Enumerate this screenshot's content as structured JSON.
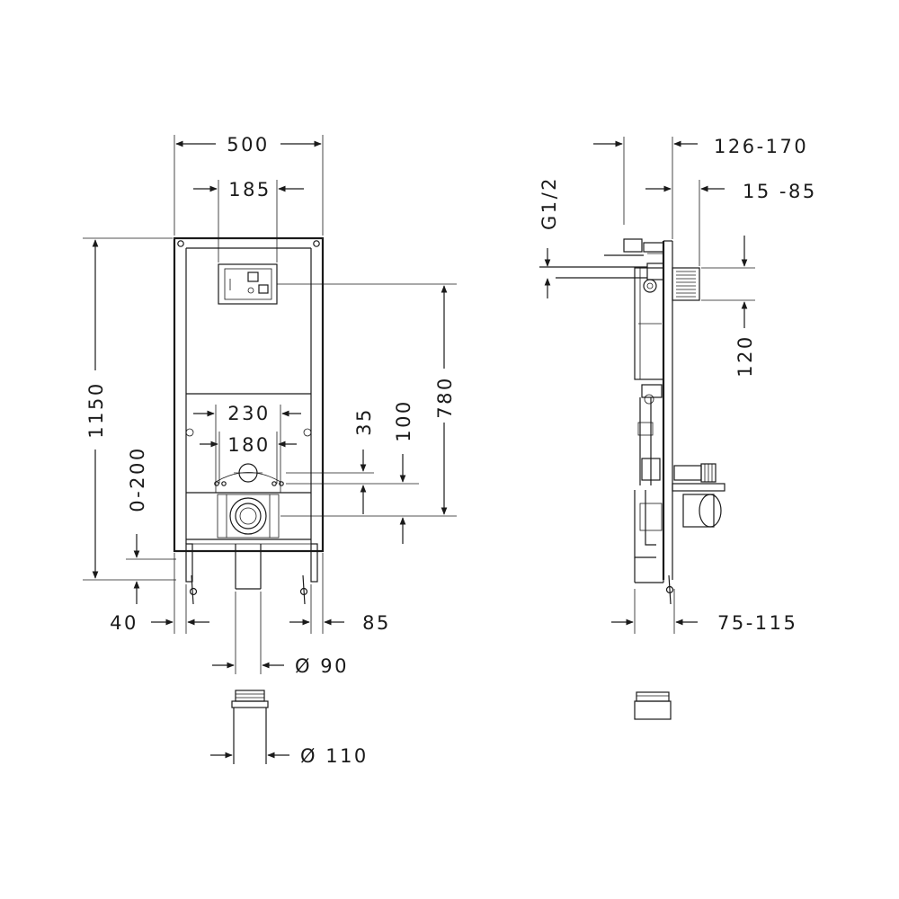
{
  "front_view": {
    "width_overall": "500",
    "flush_plate_width": "185",
    "pan_connection_spacing": "230",
    "pan_bolt_spacing": "180",
    "height_overall": "1150",
    "leg_extension": "0-200",
    "bolt_offset": "35",
    "drain_offset": "100",
    "flush_plate_height": "780",
    "left_margin": "40",
    "right_margin": "85",
    "pipe_diameter_small": "Ø 90",
    "pipe_diameter_large": "Ø 110"
  },
  "side_view": {
    "wall_depth": "126-170",
    "plate_depth": "15 -85",
    "water_inlet": "G1/2",
    "inlet_height": "120",
    "foot_depth": "75-115"
  }
}
